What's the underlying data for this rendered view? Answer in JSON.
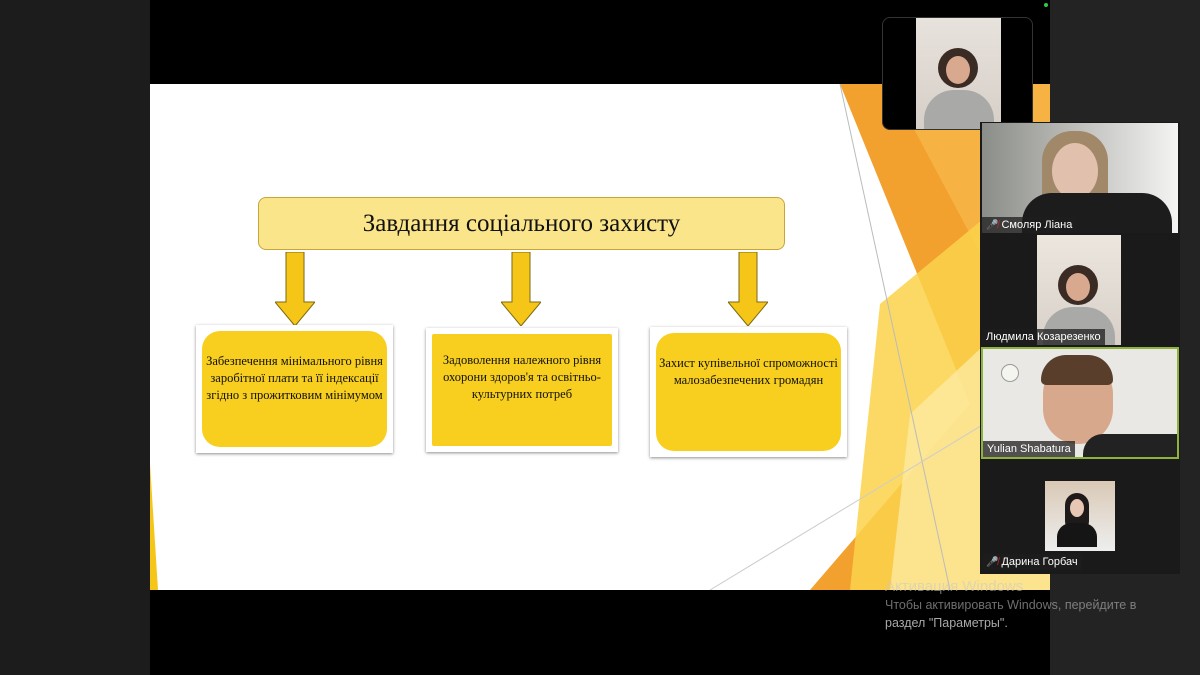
{
  "slide": {
    "title": "Завдання соціального захисту",
    "cards": [
      "Забезпечення мінімального рівня заробітної плати та її індексації згідно з прожитковим мінімумом",
      "Задоволення належного рівня охорони здоров'я та освітньо-культурних потреб",
      "Захист купівельної спроможності малозабезпечених громадян"
    ]
  },
  "participants": [
    {
      "name": "Смоляр Ліана",
      "muted": true
    },
    {
      "name": "Людмила Козарезенко",
      "muted": false
    },
    {
      "name": "Yulian Shabatura",
      "muted": false,
      "active": true
    },
    {
      "name": "Дарина Горбач",
      "muted": true
    }
  ],
  "watermark": {
    "title": "Активация Windows",
    "line1": "Чтобы активировать Windows, перейдите в",
    "line2": "раздел \"Параметры\"."
  },
  "colors": {
    "card": "#f8cf1e",
    "title_box": "#fbe58a",
    "active_border": "#8db33a"
  }
}
